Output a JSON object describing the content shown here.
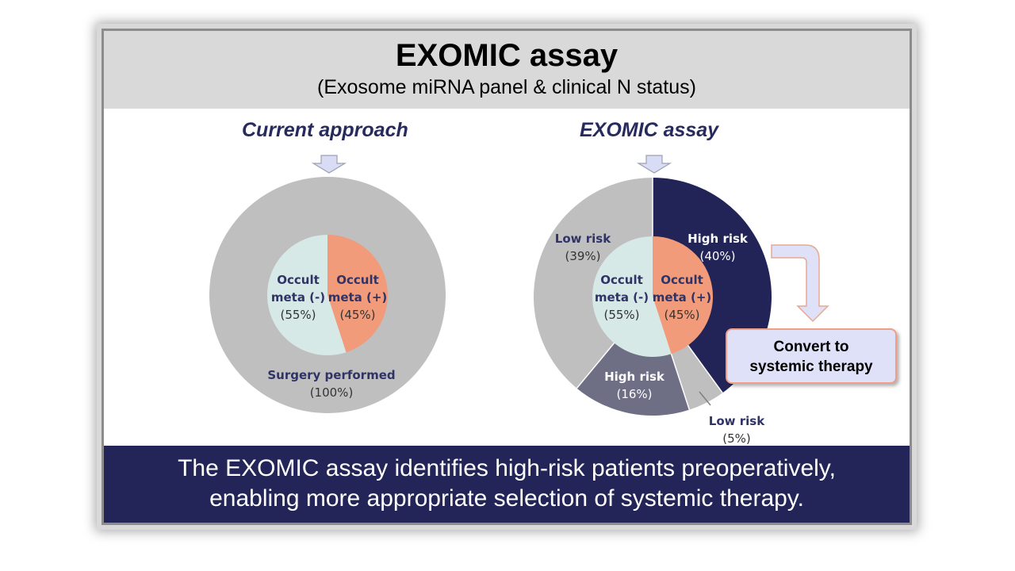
{
  "header": {
    "title": "EXOMIC assay",
    "subtitle": "(Exosome miRNA panel & clinical N status)"
  },
  "panels": {
    "left_title": "Current approach",
    "right_title": "EXOMIC assay"
  },
  "callout": {
    "line1": "Convert to",
    "line2": "systemic therapy"
  },
  "footer": {
    "line1": "The EXOMIC assay identifies high-risk patients preoperatively,",
    "line2": "enabling more appropriate selection of systemic therapy."
  },
  "colors": {
    "outer_gray": "#bfbfbf",
    "inner_neg": "#d6e9e6",
    "inner_pos": "#f19b7b",
    "high_risk_dark": "#222457",
    "high_risk_slate": "#6e6f84",
    "label_navy": "#2f3366",
    "header_gray": "#d9d9d9",
    "footer_navy": "#232457",
    "callout_fill": "#dfe1f8",
    "arrow_fill": "#d9dcf5"
  },
  "chart_data": [
    {
      "type": "pie",
      "chart": "current-approach-outer",
      "slices": [
        {
          "label": "Surgery performed",
          "value": 100,
          "value_label": "(100%)"
        }
      ]
    },
    {
      "type": "pie",
      "chart": "current-approach-inner",
      "slices": [
        {
          "label_lines": [
            "Occult",
            "meta (+)"
          ],
          "value": 45,
          "value_label": "(45%)"
        },
        {
          "label_lines": [
            "Occult",
            "meta (-)"
          ],
          "value": 55,
          "value_label": "(55%)"
        }
      ]
    },
    {
      "type": "pie",
      "chart": "exomic-outer",
      "slices": [
        {
          "label": "High risk",
          "value": 40,
          "value_label": "(40%)"
        },
        {
          "label": "Low risk",
          "value": 5,
          "value_label": "(5%)"
        },
        {
          "label": "High risk",
          "value": 16,
          "value_label": "(16%)"
        },
        {
          "label": "Low risk",
          "value": 39,
          "value_label": "(39%)"
        }
      ]
    },
    {
      "type": "pie",
      "chart": "exomic-inner",
      "slices": [
        {
          "label_lines": [
            "Occult",
            "meta (+)"
          ],
          "value": 45,
          "value_label": "(45%)"
        },
        {
          "label_lines": [
            "Occult",
            "meta (-)"
          ],
          "value": 55,
          "value_label": "(55%)"
        }
      ]
    }
  ]
}
